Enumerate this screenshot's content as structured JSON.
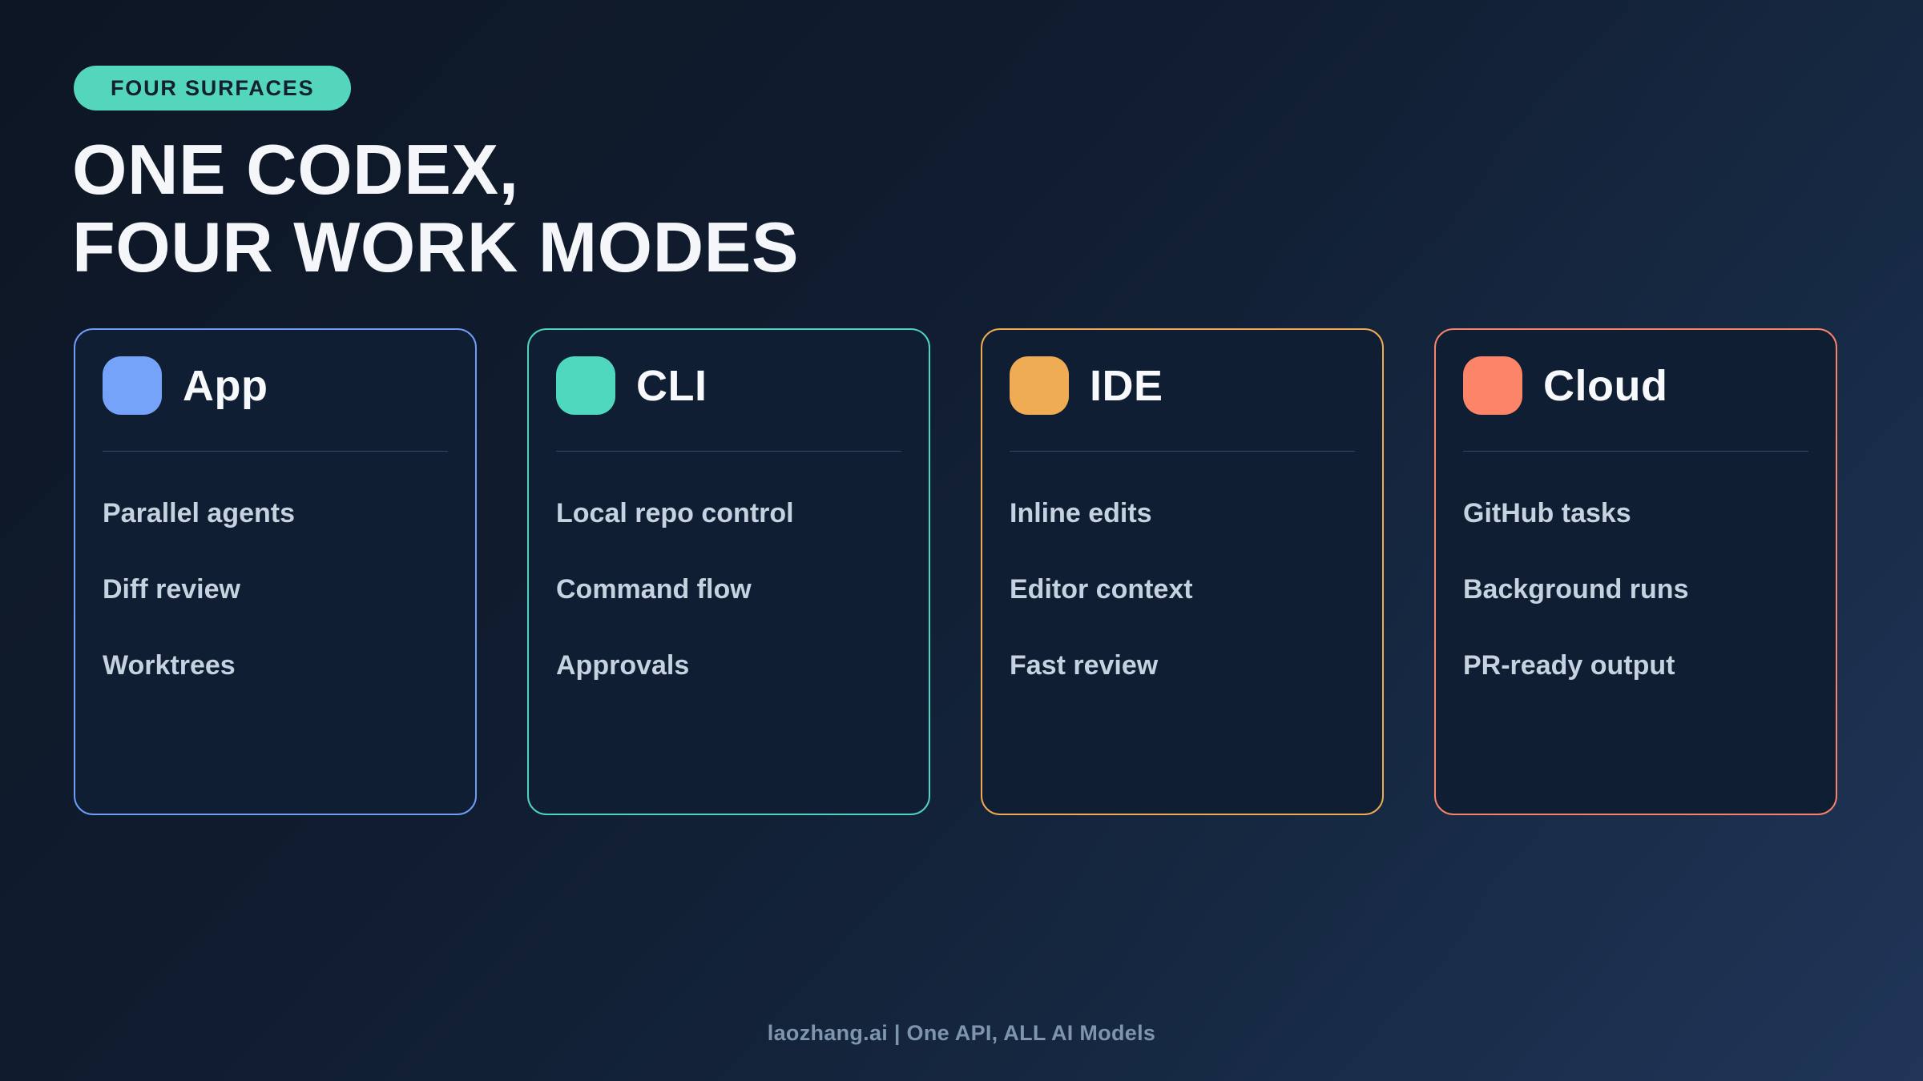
{
  "page": {
    "badge": "FOUR SURFACES",
    "title_line1": "ONE CODEX,",
    "title_line2": "FOUR WORK MODES",
    "footer": "laozhang.ai | One API, ALL AI Models"
  },
  "colors": {
    "background_top_left": "#0d1624",
    "background_bottom_right": "#1d3152",
    "badge_background": "#54d6bd",
    "badge_text": "#13202f",
    "title_text": "#f4f6f9",
    "card_background": "#101e33",
    "item_text": "#c7d2e0",
    "footer_text": "#7e95af"
  },
  "cards": [
    {
      "title": "App",
      "accent": "#6d9df7",
      "icon_color": "#74a3f9",
      "items": [
        "Parallel agents",
        "Diff review",
        "Worktrees"
      ]
    },
    {
      "title": "CLI",
      "accent": "#4cd5bc",
      "icon_color": "#4fd8be",
      "items": [
        "Local repo control",
        "Command flow",
        "Approvals"
      ]
    },
    {
      "title": "IDE",
      "accent": "#efaa52",
      "icon_color": "#f0ac55",
      "items": [
        "Inline edits",
        "Editor context",
        "Fast review"
      ]
    },
    {
      "title": "Cloud",
      "accent": "#f8826a",
      "icon_color": "#fc8468",
      "items": [
        "GitHub tasks",
        "Background runs",
        "PR-ready output"
      ]
    }
  ]
}
